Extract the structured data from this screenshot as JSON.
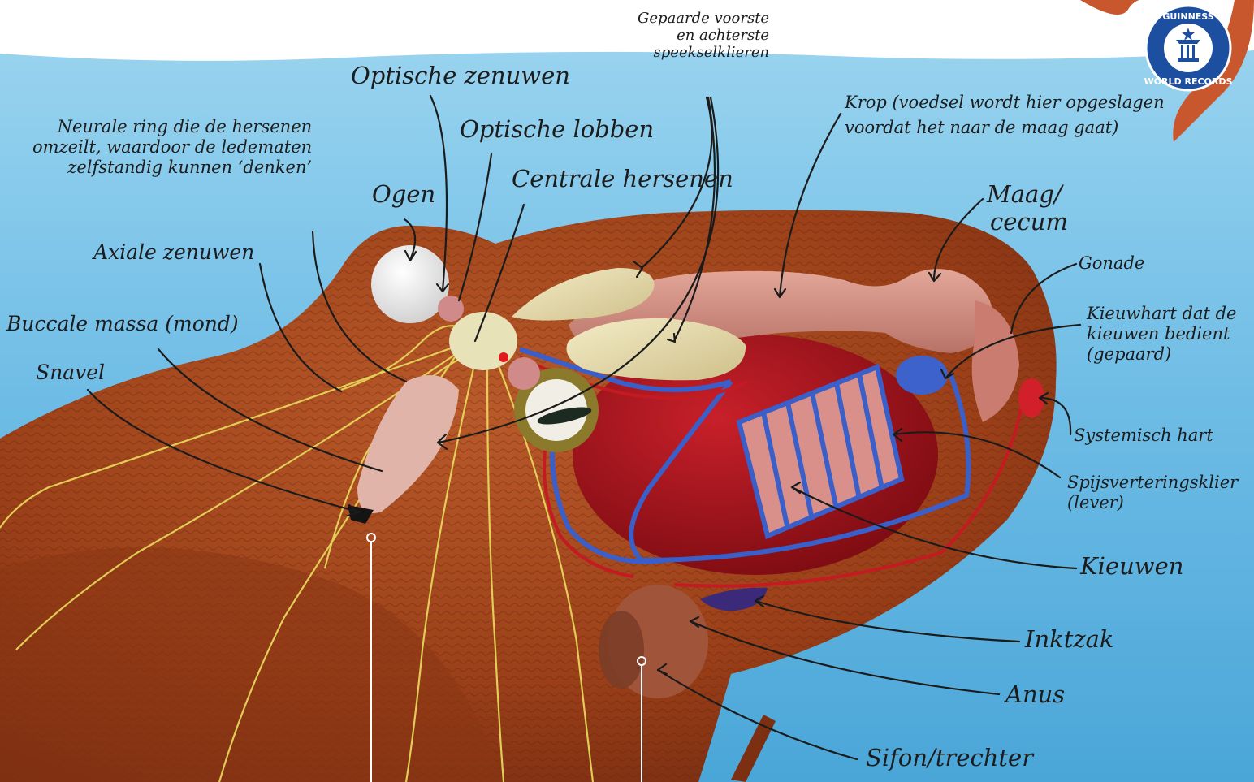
{
  "colors": {
    "sky": "#7cc6ea",
    "sea_top": "#ffffff",
    "body": "#a9481f",
    "body_dark": "#7d2f12",
    "nerves": "#e6d65a",
    "artery": "#c41b22",
    "vein": "#3a5fc8",
    "liver": "#b0141c",
    "ink_sac": "#3b2a7a",
    "badge": "#1d4fa0",
    "tentacle": "#c8572d"
  },
  "labels": {
    "gepaarde": [
      "Gepaarde voorste",
      "en achterste",
      "speekselklieren"
    ],
    "optische_zenuwen": "Optische zenuwen",
    "neurale_ring": [
      "Neurale ring die de hersenen",
      "omzeilt, waardoor de ledematen",
      "zelfstandig kunnen ‘denken’"
    ],
    "optische_lobben": "Optische lobben",
    "centrale_hersenen": "Centrale hersenen",
    "ogen": "Ogen",
    "krop": [
      "Krop (voedsel wordt hier opgeslagen",
      "voordat het naar de maag gaat)"
    ],
    "maag": [
      "Maag/",
      "cecum"
    ],
    "axiale_zenuwen": "Axiale zenuwen",
    "gonade": "Gonade",
    "kieuwhart": [
      "Kieuwhart dat de",
      "kieuwen bedient",
      "(gepaard)"
    ],
    "buccale_massa": "Buccale massa (mond)",
    "snavel": "Snavel",
    "systemisch_hart": "Systemisch hart",
    "spijsvertering": [
      "Spijsverteringsklier",
      "(lever)"
    ],
    "kieuwen": "Kieuwen",
    "inktzak": "Inktzak",
    "anus": "Anus",
    "sifon": "Sifon/trechter"
  },
  "badge": {
    "text_top": "GUINNESS",
    "text_bottom": "WORLD RECORDS",
    "icon": "guinness-world-records-logo"
  }
}
